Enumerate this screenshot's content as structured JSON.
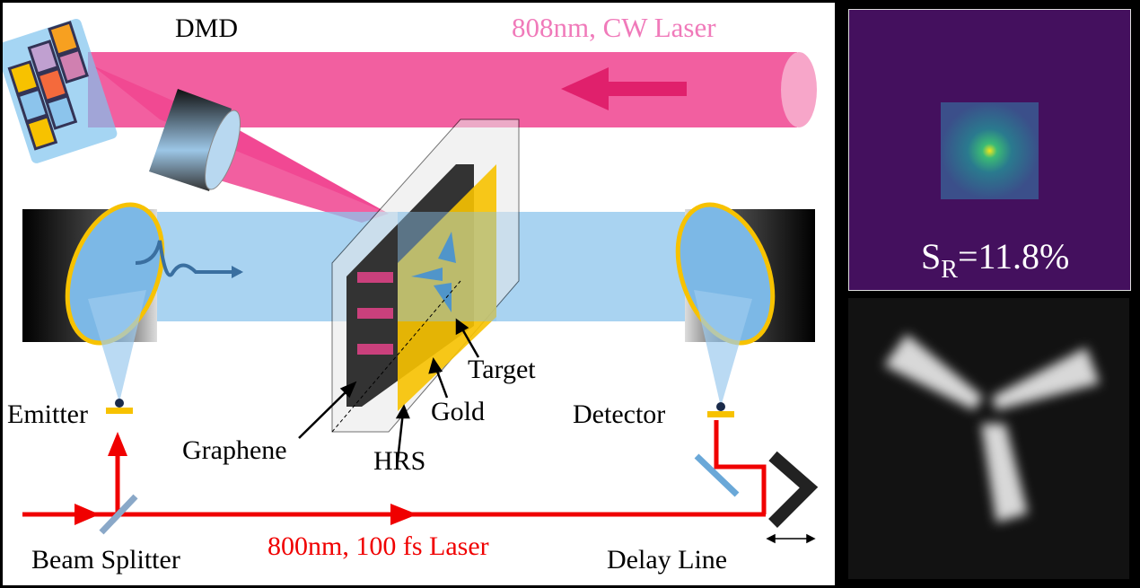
{
  "labels": {
    "dmd": "DMD",
    "cw_laser": "808nm, CW Laser",
    "emitter": "Emitter",
    "graphene": "Graphene",
    "hrs": "HRS",
    "gold": "Gold",
    "target": "Target",
    "detector": "Detector",
    "beam_splitter": "Beam Splitter",
    "fs_laser": "800nm, 100 fs Laser",
    "delay_line": "Delay Line"
  },
  "sr_panel": {
    "symbol": "S",
    "subscript": "R",
    "value": "=11.8%"
  },
  "colors": {
    "cw_beam": "#f0438f",
    "thz_beam": "#8cc4ec",
    "fs_beam": "#f00000",
    "gold": "#f7c200",
    "viridis_bg": "#44105e"
  }
}
